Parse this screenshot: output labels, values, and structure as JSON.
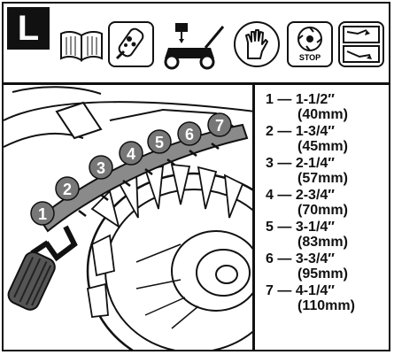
{
  "header": {
    "section_letter": "L",
    "icons": [
      "read-manual-icon",
      "remote-key-icon",
      "mower-height-adjust-icon",
      "gloves-icon",
      "blade-stop-icon",
      "disconnect-icon"
    ],
    "stop_label": "STOP"
  },
  "illustration": {
    "position_numbers": [
      "1",
      "2",
      "3",
      "4",
      "5",
      "6",
      "7"
    ]
  },
  "heights": [
    {
      "num": "1",
      "inch": "1-1/2″",
      "mm": "(40mm)"
    },
    {
      "num": "2",
      "inch": "1-3/4″",
      "mm": "(45mm)"
    },
    {
      "num": "3",
      "inch": "2-1/4″",
      "mm": "(57mm)"
    },
    {
      "num": "4",
      "inch": "2-3/4″",
      "mm": "(70mm)"
    },
    {
      "num": "5",
      "inch": "3-1/4″",
      "mm": "(83mm)"
    },
    {
      "num": "6",
      "inch": "3-3/4″",
      "mm": "(95mm)"
    },
    {
      "num": "7",
      "inch": "4-1/4″",
      "mm": "(110mm)"
    }
  ],
  "separator": "—"
}
